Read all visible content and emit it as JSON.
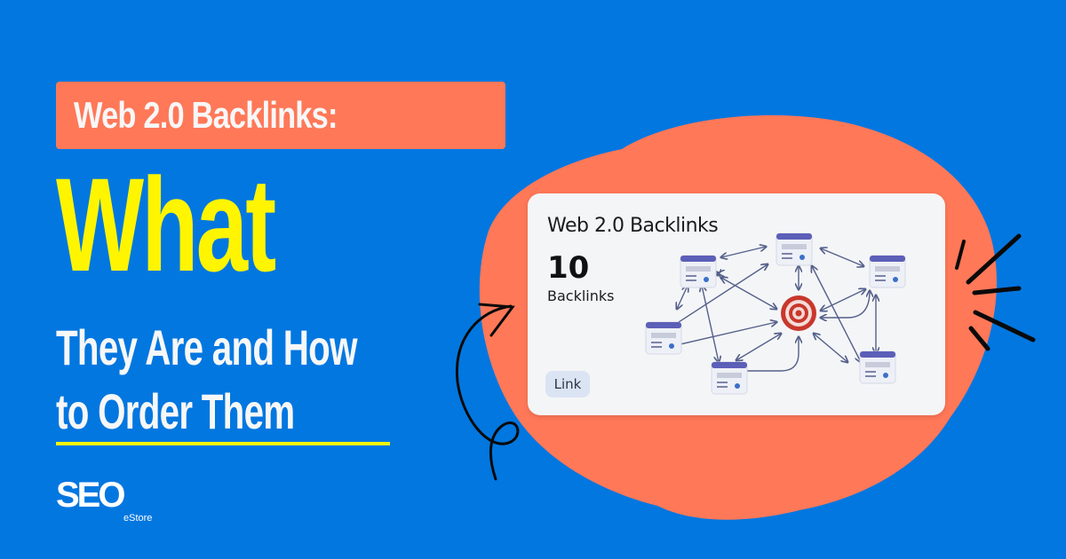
{
  "banner": {
    "tag": "Web 2.0 Backlinks:",
    "headline": "What",
    "subheadline_line1": "They Are and How",
    "subheadline_line2": "to Order Them"
  },
  "logo": {
    "brand": "SEO",
    "sub": "eStore"
  },
  "card": {
    "title": "Web 2.0 Backlinks",
    "count": "10",
    "count_label": "Backlinks",
    "link_button": "Link"
  },
  "diagram": {
    "nodes": [
      "site-window",
      "site-window",
      "site-window",
      "site-window",
      "site-window",
      "site-window"
    ],
    "center": "target-icon"
  },
  "colors": {
    "background": "#0277e0",
    "accent_orange": "#ff7858",
    "headline_yellow": "#fff500",
    "text_white": "#f7f7f7",
    "card_bg": "#f4f5f7",
    "node_header": "#5c5fb8",
    "target_red": "#c8372c"
  }
}
